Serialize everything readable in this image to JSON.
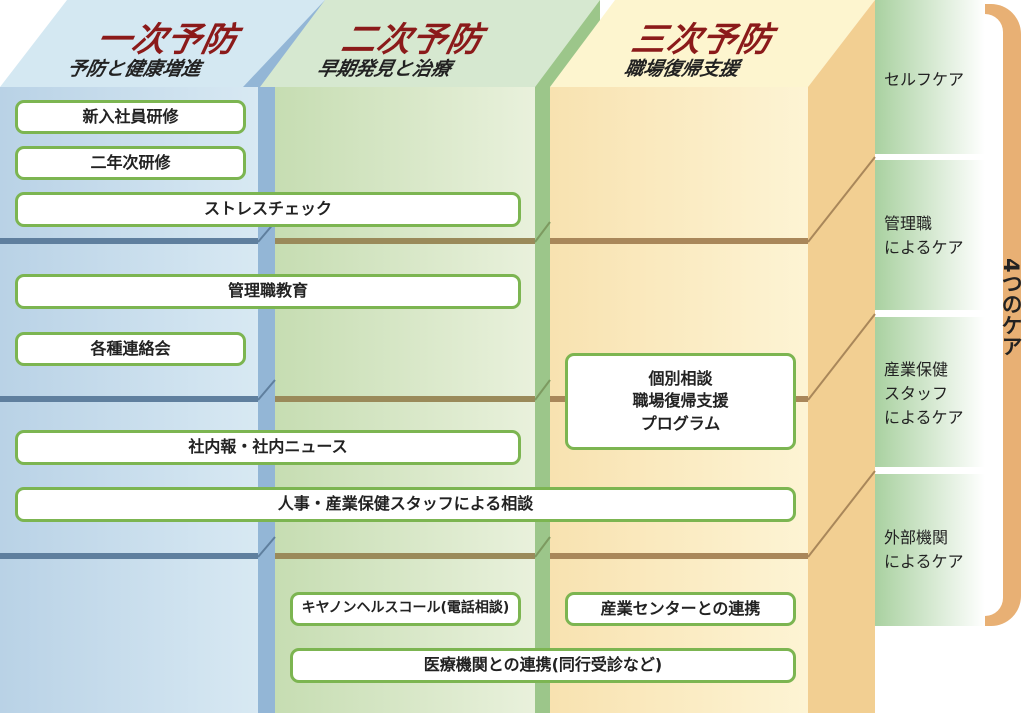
{
  "columns": [
    {
      "title": "一次予防",
      "subtitle": "予防と健康増進"
    },
    {
      "title": "二次予防",
      "subtitle": "早期発見と治療"
    },
    {
      "title": "三次予防",
      "subtitle": "職場復帰支援"
    }
  ],
  "boxes": {
    "new_employee": "新入社員研修",
    "second_year": "二年次研修",
    "stress_check": "ストレスチェック",
    "manager_edu": "管理職教育",
    "liaison": "各種連絡会",
    "individual_1": "個別相談",
    "individual_2": "職場復帰支援",
    "individual_3": "プログラム",
    "newsletter": "社内報・社内ニュース",
    "hr_consult": "人事・産業保健スタッフによる相談",
    "health_call": "キヤノンヘルスコール(電話相談)",
    "center": "産業センターとの連携",
    "medical": "医療機関との連携(同行受診など)"
  },
  "cares": [
    {
      "line1": "セルフケア"
    },
    {
      "line1": "管理職",
      "line2": "によるケア"
    },
    {
      "line1": "産業保健",
      "line2": "スタッフ",
      "line3": "によるケア"
    },
    {
      "line1": "外部機関",
      "line2": "によるケア"
    }
  ],
  "bracket_label": "4つのケア",
  "colors": {
    "primary": "#c9dfee",
    "secondary": "#d3e6c4",
    "tertiary": "#fbeec6",
    "border": "#7cb551",
    "title": "#8b1a1a",
    "bracket": "#e8b074"
  }
}
